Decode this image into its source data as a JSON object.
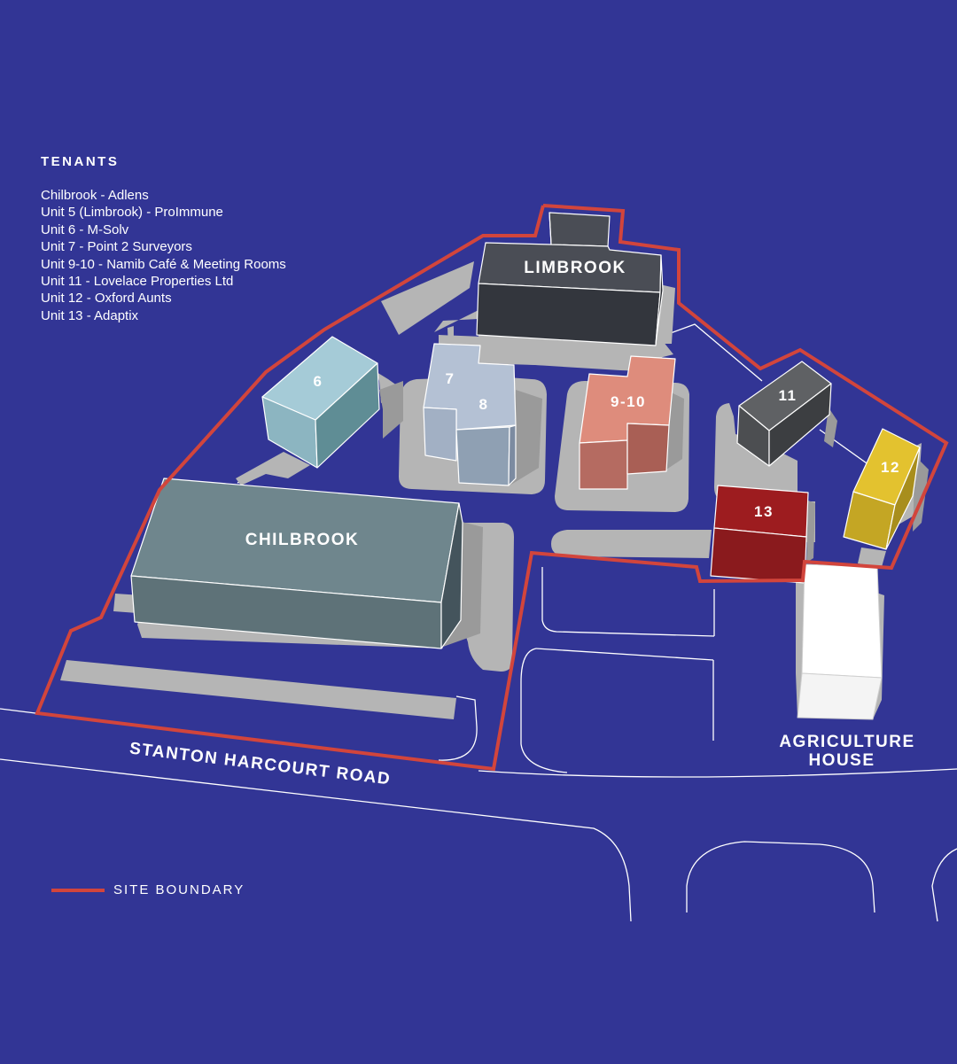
{
  "tenants": {
    "heading": "TENANTS",
    "items": [
      "Chilbrook - Adlens",
      "Unit 5 (Limbrook) - ProImmune",
      "Unit 6 - M-Solv",
      "Unit 7 - Point 2 Surveyors",
      "Unit 9-10 - Namib Café & Meeting Rooms",
      "Unit 11 - Lovelace Properties Ltd",
      "Unit 12 - Oxford Aunts",
      "Unit 13 - Adaptix"
    ]
  },
  "buildings": {
    "limbrook": "LIMBROOK",
    "chilbrook": "CHILBROOK",
    "unit6": "6",
    "unit7": "7",
    "unit8": "8",
    "unit9_10": "9-10",
    "unit11": "11",
    "unit12": "12",
    "unit13": "13",
    "agriculture_line1": "AGRICULTURE",
    "agriculture_line2": "HOUSE"
  },
  "road": {
    "name": "STANTON HARCOURT ROAD"
  },
  "legend": {
    "site_boundary": "SITE BOUNDARY"
  },
  "colors": {
    "background": "#323595",
    "site_boundary": "#d2453c",
    "ground": "#b5b5b5",
    "limbrook": "#3a3d44",
    "chilbrook": "#6f868d",
    "unit6": "#a5cbd7",
    "unit7_8": "#b4c1d4",
    "unit9_10": "#de8c7c",
    "unit11": "#5a5c5f",
    "unit12": "#e3c22f",
    "unit13": "#9d1c1f",
    "agriculture_house": "#ffffff"
  }
}
